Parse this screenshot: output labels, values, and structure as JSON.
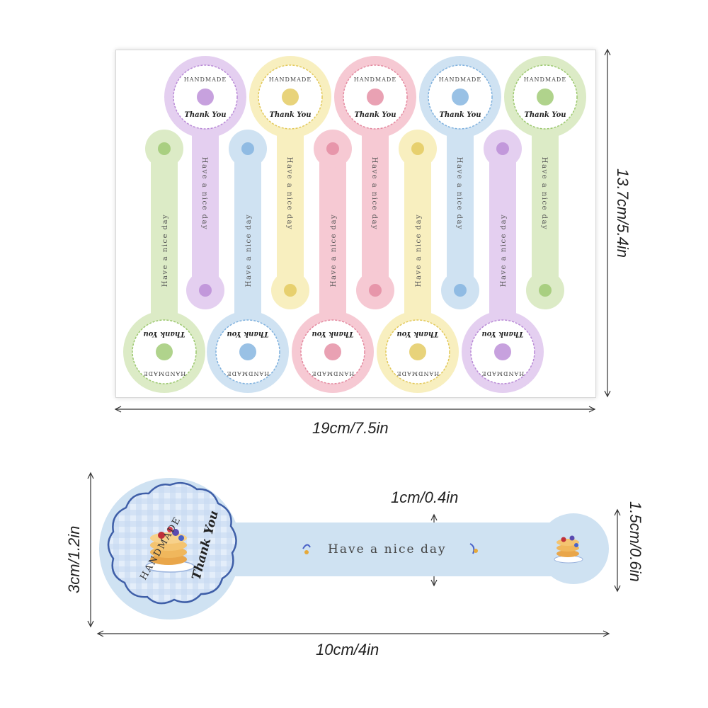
{
  "sheet": {
    "width_label": "19cm/7.5in",
    "height_label": "13.7cm/5.4in",
    "stickers": [
      {
        "color": "#dcebc6",
        "accent": "#9cc86f",
        "text": "Have a nice day",
        "top_text": "HANDMADE",
        "bottom_text": "Thank You"
      },
      {
        "color": "#e4cff0",
        "accent": "#b98ad6",
        "text": "Have a nice day",
        "top_text": "HANDMADE",
        "bottom_text": "Thank You"
      },
      {
        "color": "#cfe2f2",
        "accent": "#7fb1de",
        "text": "Have a nice day",
        "top_text": "HANDMADE",
        "bottom_text": "Thank You"
      },
      {
        "color": "#f8efbf",
        "accent": "#e2c85a",
        "text": "Have a nice day",
        "top_text": "HANDMADE",
        "bottom_text": "Thank You"
      },
      {
        "color": "#f6c9d3",
        "accent": "#e48aa0",
        "text": "Have a nice day",
        "top_text": "HANDMADE",
        "bottom_text": "Thank You"
      },
      {
        "color": "#f6c9d3",
        "accent": "#e48aa0",
        "text": "Have a nice day",
        "top_text": "HANDMADE",
        "bottom_text": "Thank You"
      },
      {
        "color": "#f8efbf",
        "accent": "#e2c85a",
        "text": "Have a nice day",
        "top_text": "HANDMADE",
        "bottom_text": "Thank You"
      },
      {
        "color": "#cfe2f2",
        "accent": "#7fb1de",
        "text": "Have a nice day",
        "top_text": "HANDMADE",
        "bottom_text": "Thank You"
      },
      {
        "color": "#e4cff0",
        "accent": "#b98ad6",
        "text": "Have a nice day",
        "top_text": "HANDMADE",
        "bottom_text": "Thank You"
      },
      {
        "color": "#dcebc6",
        "accent": "#9cc86f",
        "text": "Have a nice day",
        "top_text": "HANDMADE",
        "bottom_text": "Thank You"
      }
    ]
  },
  "detail": {
    "width_label": "10cm/4in",
    "height_label": "3cm/1.2in",
    "strip_label": "1cm/0.4in",
    "small_circle_label": "1.5cm/0.6in",
    "strip_text": "Have a nice day",
    "big_top_text": "HANDMADE",
    "big_bottom_text": "Thank You",
    "color": "#cfe2f2"
  }
}
